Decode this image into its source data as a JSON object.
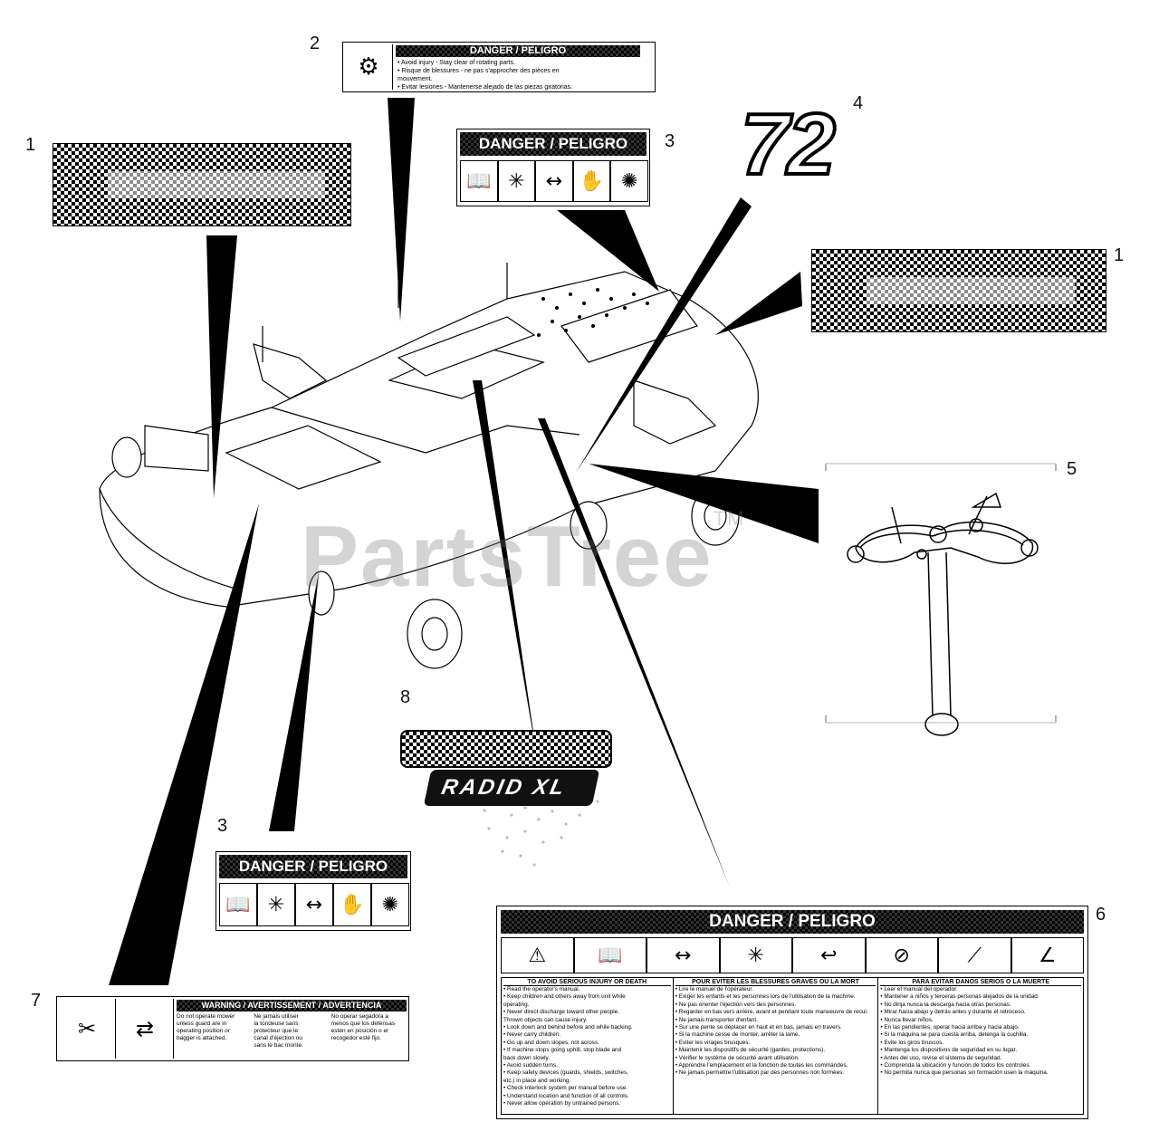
{
  "watermark": {
    "text": "PartsTree",
    "tm": "TM"
  },
  "callouts": [
    "1",
    "2",
    "3",
    "4",
    "1",
    "5",
    "8",
    "3",
    "6",
    "7"
  ],
  "decal2": {
    "title": "DANGER / PELIGRO",
    "lines": [
      "• Avoid injury - Stay clear of rotating parts.",
      "• Risque de blessures - ne pas s'approcher des pièces en",
      "  mouvement.",
      "• Evitar lesiones - Mantenerse alejado de las piezas giratorias."
    ]
  },
  "decal3_top": {
    "title": "DANGER / PELIGRO"
  },
  "decal4": {
    "text": "72"
  },
  "decal3_bottom": {
    "title": "DANGER / PELIGRO"
  },
  "decal8": {
    "text": "RADID XL"
  },
  "decal6": {
    "title": "DANGER / PELIGRO",
    "col1": {
      "heading": "TO AVOID SERIOUS INJURY OR DEATH",
      "items": [
        "• Read the operator's manual.",
        "• Keep children and others away from unit while",
        "  operating.",
        "• Never direct discharge toward other people.",
        "  Thrown objects can cause injury.",
        "• Look down and behind before and while backing.",
        "• Never carry children.",
        "• Go up and down slopes, not across.",
        "• If machine stops going uphill, stop blade and",
        "  back down slowly.",
        "• Avoid sudden turns.",
        "• Keep safety devices (guards, shields, switches,",
        "  etc.) in place and working.",
        "• Check interlock system per manual before use.",
        "• Understand location and function of all controls.",
        "• Never allow operation by untrained persons."
      ]
    },
    "col2": {
      "heading": "POUR EVITER LES BLESSURES GRAVES OU LA MORT",
      "items": [
        "• Lire le manuel de l'opérateur.",
        "• Exiger les enfants et les personnes lors de l'utilisation de la machine.",
        "• Ne pas orienter l'éjection vers des personnes.",
        "• Regarder en bas vers arrière, avant et pendant toute manoeuvre de recul.",
        "• Ne jamais transporter d'enfant.",
        "• Sur une pente se déplacer en haut et en bas, jamais en travers.",
        "• Si la machine cesse de monter, arrêter la lame.",
        "• Eviter les virages brusques.",
        "• Maintenir les dispositifs de sécurité (gardes, protections).",
        "• Vérifier le système de sécurité avant utilisation.",
        "• Apprendre l'emplacement et la fonction de toutes les commandes.",
        "• Ne jamais permettre l'utilisation par des personnes non formées."
      ]
    },
    "col3": {
      "heading": "PARA EVITAR DANOS SERIOS O LA MUERTE",
      "items": [
        "• Leer el manual del operador.",
        "• Mantener a niños y terceras personas alejados de la unidad.",
        "• No dirija nunca la descarga hacia otras personas.",
        "• Mirar hacia abajo y detrás antes y durante el retroceso.",
        "• Nunca llevar niños.",
        "• En las pendientes, operar hacia arriba y hacia abajo.",
        "• Si la máquina se para cuesta arriba, detenga la cuchilla.",
        "• Evite los giros bruscos.",
        "• Mantenga los dispositivos de seguridad en su lugar.",
        "• Antes del uso, revise el sistema de seguridad.",
        "• Comprenda la ubicación y función de todos los controles.",
        "• No permita nunca que personas sin formación usen la máquina."
      ]
    }
  },
  "decal7": {
    "title": "WARNING / AVERTISSEMENT / ADVERTENCIA",
    "col1": [
      "Do not operate mower",
      "unless guard are in",
      "operating position or",
      "bagger is attached."
    ],
    "col2": [
      "Ne jamais utiliser",
      "la tondeuse sans",
      "protecteur que le",
      "canal d'éjection ou",
      "sans le bac monte."
    ],
    "col3": [
      "No operar segadora a",
      "menos que los defensas",
      "estén en posición o el",
      "recogedor esté fijo."
    ]
  }
}
